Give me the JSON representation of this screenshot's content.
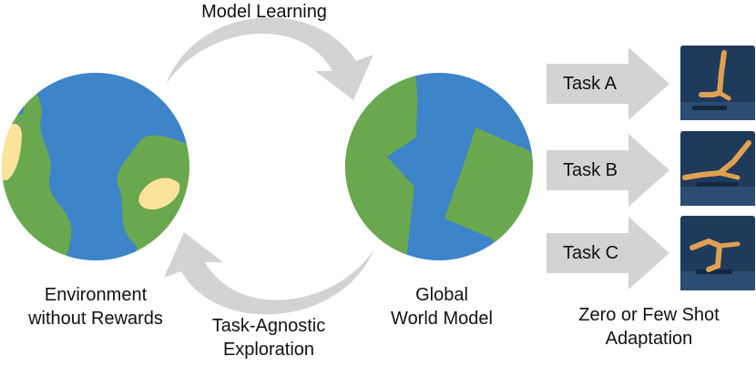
{
  "labels": {
    "model_learning": "Model Learning",
    "environment_line1": "Environment",
    "environment_line2": "without Rewards",
    "exploration_line1": "Task-Agnostic",
    "exploration_line2": "Exploration",
    "world_model_line1": "Global",
    "world_model_line2": "World Model",
    "adaptation_line1": "Zero or Few Shot",
    "adaptation_line2": "Adaptation"
  },
  "tasks": [
    {
      "label": "Task A"
    },
    {
      "label": "Task B"
    },
    {
      "label": "Task C"
    }
  ],
  "colors": {
    "ocean": "#3d84c8",
    "land": "#6aa84f",
    "sand": "#fbe39c",
    "arrow": "#d3d3d3",
    "thumb_bg": "#1f3b5c",
    "walker": "#e0a050"
  }
}
